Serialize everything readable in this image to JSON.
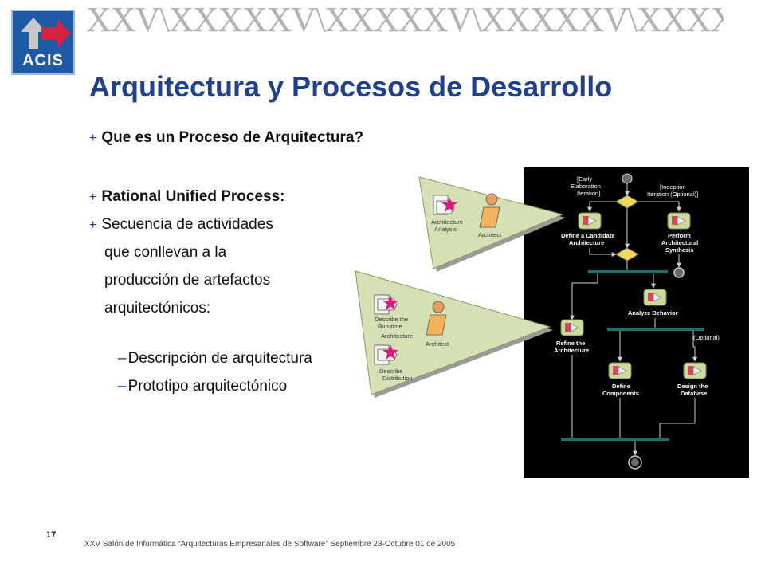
{
  "logo": {
    "text": "ACIS"
  },
  "banner": {
    "text": "XXV\\XXXXXV\\XXXXXV\\XXXXXV\\XXXXXV\\XXXXXV\\XXXXXV"
  },
  "title": "Arquitectura y Procesos de Desarrollo",
  "bullets": {
    "q1": "Que es un Proceso de Arquitectura?",
    "rup": "Rational Unified Process:",
    "seq1": "Secuencia de actividades",
    "seq2": "que conllevan a la",
    "seq3": "producción de artefactos",
    "seq4": "arquitectónicos:",
    "sub1": "Descripción de arquitectura",
    "sub2": "Prototipo arquitectónico"
  },
  "diagram": {
    "top_card": {
      "activity": [
        "Architecture",
        "Analysis"
      ],
      "role": "Architect"
    },
    "bottom_card": {
      "activity1": [
        "Describe the",
        "Run-time",
        "Architecture"
      ],
      "activity2": [
        "Describe",
        "Distribution"
      ],
      "role": "Architect"
    },
    "flow": {
      "guard_early": [
        "[Early",
        "Elaboration",
        "Iteration]"
      ],
      "guard_inception": [
        "[Inception",
        "Iteration (Optional)]"
      ],
      "define_candidate": [
        "Define a Candidate",
        "Architecture"
      ],
      "perform_synthesis": [
        "Perform",
        "Architectural",
        "Synthesis"
      ],
      "analyze_behavior": "Analyze Behavior",
      "refine": [
        "Refine the",
        "Architecture"
      ],
      "optional": "(Optional)",
      "define_components": [
        "Define",
        "Components"
      ],
      "design_database": [
        "Design the",
        "Database"
      ]
    }
  },
  "footer": {
    "page": "17",
    "text": "XXV  Salón de Informática “Arquitecturas Empresariales de Software” Septiembre 28-Octubre 01 de 2005"
  },
  "colors": {
    "title": "#1f3f8f",
    "flow_bg": "#000000",
    "card": "#d5e0b5",
    "star": "#e0187a"
  }
}
